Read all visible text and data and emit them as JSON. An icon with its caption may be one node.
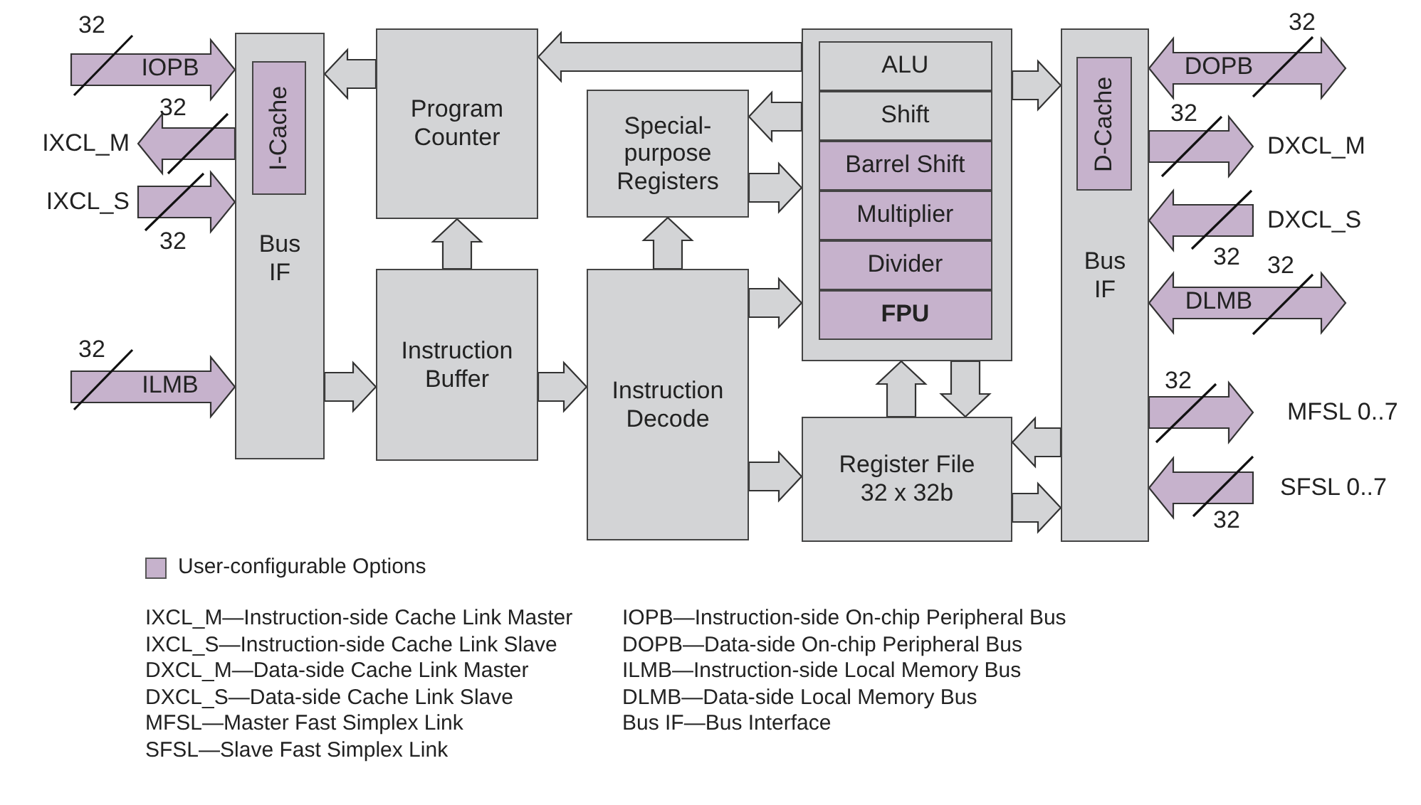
{
  "diagram": {
    "nodes": [
      {
        "text": [
          "Bus IF"
        ]
      },
      {
        "text": [
          "I-Cache"
        ],
        "in": 0
      },
      {
        "text": [
          "Program Counter"
        ]
      },
      {
        "text": [
          "Special-purpose Registers"
        ]
      },
      {
        "text": [
          "Instruction Buffer"
        ]
      },
      {
        "text": [
          "Instruction Decode"
        ]
      },
      {
        "text": [],
        "shape": "box"
      },
      {
        "text": [
          "ALU"
        ],
        "in": 6
      },
      {
        "text": [
          "Shift"
        ],
        "in": 6
      },
      {
        "text": [
          "Barrel Shift"
        ],
        "in": 6
      },
      {
        "text": [
          "Multiplier"
        ],
        "in": 6
      },
      {
        "text": [
          "Divider"
        ],
        "in": 6
      },
      {
        "text": [
          "FPU"
        ],
        "in": 6
      },
      {
        "text": [
          "Register File 32 x 32b"
        ]
      },
      {
        "text": [
          "Bus IF"
        ]
      },
      {
        "text": [
          "D-Cache"
        ],
        "in": 14
      },
      {
        "text": [
          "IXCL_M"
        ]
      },
      {
        "text": [
          "IXCL_S"
        ]
      },
      {
        "text": [
          "DXCL_M"
        ]
      },
      {
        "text": [
          "DXCL_S"
        ]
      },
      {
        "text": [
          "MFSL 0..7"
        ]
      },
      {
        "text": [
          "SFSL 0..7"
        ]
      }
    ],
    "edges": [
      {
        "from": null,
        "to": 0,
        "arrow": "to",
        "label": "IOPB",
        "color": "#c6b2cc"
      },
      {
        "from": 0,
        "to": 16,
        "arrow": "to",
        "color": "#c6b2cc"
      },
      {
        "from": 17,
        "to": 0,
        "arrow": "to",
        "color": "#c6b2cc"
      },
      {
        "from": null,
        "to": 0,
        "arrow": "to",
        "label": "ILMB",
        "color": "#c6b2cc"
      },
      {
        "from": 0,
        "to": 4,
        "arrow": "to"
      },
      {
        "from": 4,
        "to": 5,
        "arrow": "to"
      },
      {
        "from": 4,
        "to": 2,
        "arrow": "to"
      },
      {
        "from": 2,
        "to": 0,
        "arrow": "to"
      },
      {
        "from": 6,
        "to": 2,
        "arrow": "to"
      },
      {
        "from": 6,
        "to": 3,
        "arrow": "to"
      },
      {
        "from": 3,
        "to": 6,
        "arrow": "to"
      },
      {
        "from": 5,
        "to": 3,
        "arrow": "to"
      },
      {
        "from": 5,
        "to": 6,
        "arrow": "to"
      },
      {
        "from": 5,
        "to": 13,
        "arrow": "to"
      },
      {
        "from": 13,
        "to": 6,
        "arrow": "to"
      },
      {
        "from": 6,
        "to": 13,
        "arrow": "to"
      },
      {
        "from": 6,
        "to": 14,
        "arrow": "to"
      },
      {
        "from": 14,
        "to": 13,
        "arrow": "to"
      },
      {
        "from": 13,
        "to": 14,
        "arrow": "to"
      },
      {
        "from": 14,
        "to": null,
        "arrow": "both",
        "label": "DOPB",
        "color": "#c6b2cc"
      },
      {
        "from": 14,
        "to": 18,
        "arrow": "to",
        "color": "#c6b2cc"
      },
      {
        "from": 19,
        "to": 14,
        "arrow": "to",
        "color": "#c6b2cc"
      },
      {
        "from": 14,
        "to": null,
        "arrow": "both",
        "label": "DLMB",
        "color": "#c6b2cc"
      },
      {
        "from": 14,
        "to": 20,
        "arrow": "to",
        "color": "#c6b2cc"
      },
      {
        "from": 21,
        "to": 14,
        "arrow": "to",
        "color": "#c6b2cc"
      }
    ],
    "labels": [
      "32",
      "32",
      "32",
      "32",
      "32",
      "32",
      "32",
      "32",
      "32",
      "32",
      "IXCL_M—Instruction-side Cache Link Master",
      "IXCL_S—Instruction-side Cache Link Slave",
      "DXCL_M—Data-side Cache Link Master",
      "DXCL_S—Data-side Cache Link Slave",
      "MFSL—Master Fast Simplex Link",
      "SFSL—Slave Fast Simplex Link",
      "IOPB—Instruction-side On-chip Peripheral Bus",
      "DOPB—Data-side On-chip Peripheral Bus",
      "ILMB—Instruction-side Local Memory Bus",
      "DLMB—Data-side Local Memory Bus",
      "Bus IF—Bus Interface"
    ],
    "legend": [
      {
        "text": "User-configurable Options",
        "color": "#c6b2cc"
      }
    ]
  }
}
